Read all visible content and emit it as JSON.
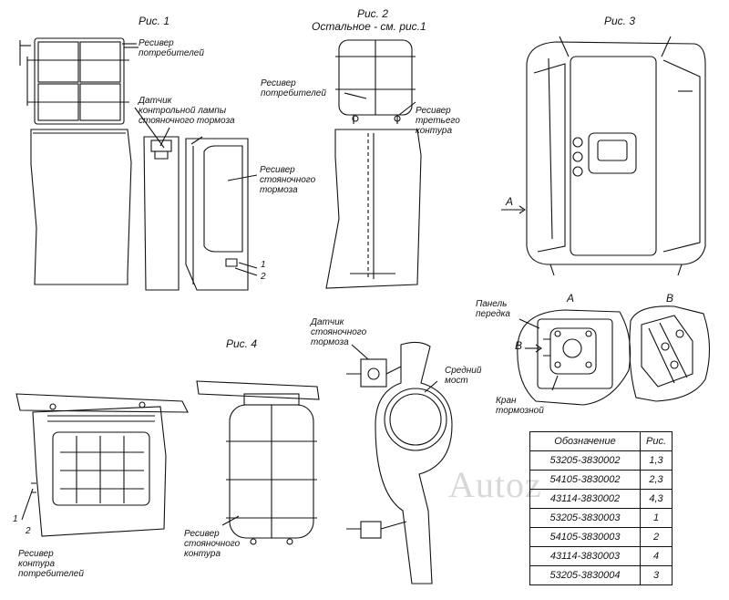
{
  "figures": {
    "fig1_title": "Рис. 1",
    "fig2_title": "Рис. 2",
    "fig2_subtitle": "Остальное - см. рис.1",
    "fig3_title": "Рис. 3",
    "fig4_title": "Рис. 4"
  },
  "labels": {
    "fig1_consumer_receiver": "Ресивер\nпотребителей",
    "fig1_parking_sensor": "Датчик\nконтрольной лампы\nстояночного тормоза",
    "fig1_parking_receiver": "Ресивер\nстояночного\nтормоза",
    "callout_1": "1",
    "callout_2": "2",
    "fig2_consumer_receiver": "Ресивер\nпотребителей",
    "fig2_third_circuit": "Ресивер\nтретьего\nконтура",
    "fig3_arrow_a": "А",
    "view_a": "А",
    "view_b": "В",
    "front_panel": "Панель\nпередка",
    "arrow_b": "В",
    "brake_valve": "Кран\nтормозной",
    "fig4_parking_sensor": "Датчик\nстояночного\nтормоза",
    "fig4_middle_axle": "Средний\nмост",
    "fig4_callout_1": "1",
    "fig4_callout_2": "2",
    "fig4_consumer_circuit": "Ресивер\nконтура\nпотребителей",
    "fig4_parking_circuit": "Ресивер\nстояночного\nконтура"
  },
  "table": {
    "header": [
      "Обозначение",
      "Рис."
    ],
    "rows": [
      [
        "53205-3830002",
        "1,3"
      ],
      [
        "54105-3830002",
        "2,3"
      ],
      [
        "43114-3830002",
        "4,3"
      ],
      [
        "53205-3830003",
        "1"
      ],
      [
        "54105-3830003",
        "2"
      ],
      [
        "43114-3830003",
        "4"
      ],
      [
        "53205-3830004",
        "3"
      ]
    ]
  },
  "watermark": "Autoz"
}
